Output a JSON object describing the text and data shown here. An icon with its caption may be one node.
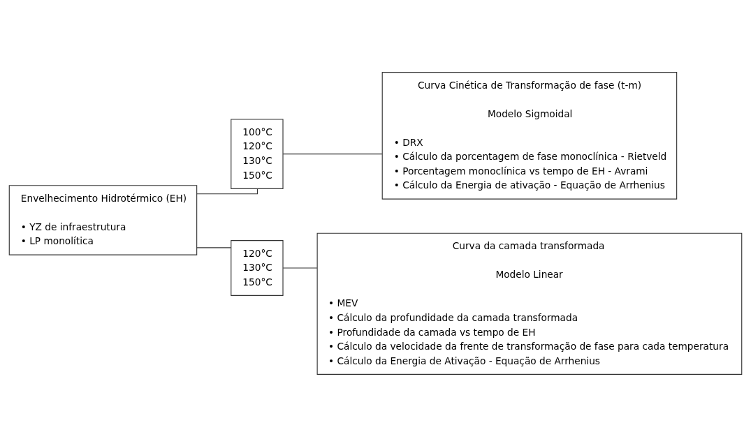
{
  "diagram": {
    "nodes": [
      {
        "text": [
          "Envelhecimento Hidrotérmico (EH)",
          "• YZ de infraestrutura",
          "• LP monolítica"
        ]
      },
      {
        "text": [
          "100°C",
          "120°C",
          "130°C",
          "150°C"
        ]
      },
      {
        "text": [
          "Curva Cinética de Transformação de fase (t-m)",
          "Modelo Sigmoidal",
          "• DRX",
          "• Cálculo da porcentagem de fase monoclínica - Rietveld",
          "• Porcentagem monoclínica vs tempo de EH - Avrami",
          "• Cálculo da Energia de ativação - Equação de Arrhenius"
        ]
      },
      {
        "text": [
          "120°C",
          "130°C",
          "150°C"
        ]
      },
      {
        "text": [
          "Curva da camada transformada",
          "Modelo Linear",
          "• MEV",
          "• Cálculo da profundidade da camada transformada",
          "• Profundidade da camada vs tempo de EH",
          "• Cálculo da velocidade da frente de transformação de fase para cada temperatura",
          "• Cálculo da Energia de Ativação - Equação de Arrhenius"
        ]
      }
    ],
    "edges": [
      {
        "from": 0,
        "to": 1,
        "arrow": "none"
      },
      {
        "from": 1,
        "to": 2,
        "arrow": "none"
      },
      {
        "from": 0,
        "to": 3,
        "arrow": "none"
      },
      {
        "from": 3,
        "to": 4,
        "arrow": "none"
      }
    ]
  }
}
